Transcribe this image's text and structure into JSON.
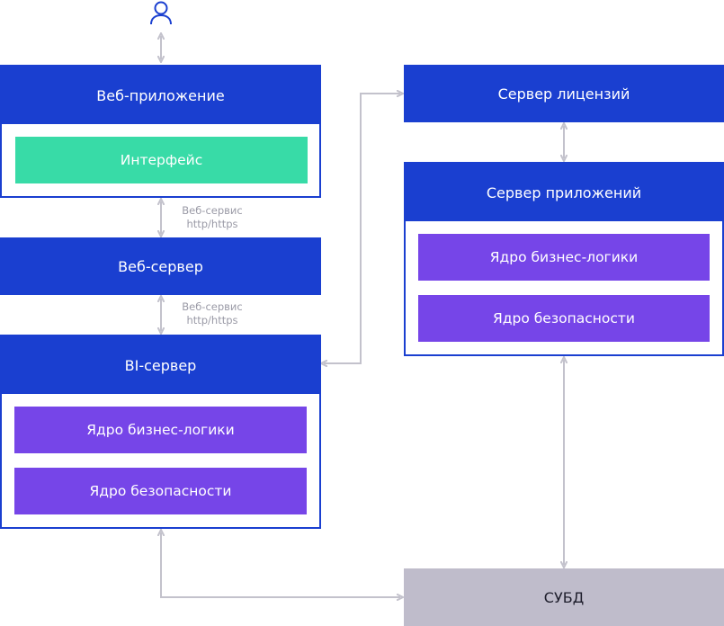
{
  "colors": {
    "primary": "#1a3fd0",
    "interface": "#38dba7",
    "core": "#7645e8",
    "dbms": "#bfbccb",
    "connector": "#c3c2cc"
  },
  "user": {
    "icon": "user-icon"
  },
  "web_app": {
    "title": "Веб-приложение",
    "interface": "Интерфейс"
  },
  "link_web_app_server": {
    "line1": "Веб-сервис",
    "line2": "http/https"
  },
  "web_server": {
    "title": "Веб-сервер"
  },
  "link_web_server_bi": {
    "line1": "Веб-сервис",
    "line2": "http/https"
  },
  "bi_server": {
    "title": "BI-сервер",
    "core_logic": "Ядро бизнес-логики",
    "core_security": "Ядро безопасности"
  },
  "license_server": {
    "title": "Сервер лицензий"
  },
  "app_server": {
    "title": "Сервер приложений",
    "core_logic": "Ядро бизнес-логики",
    "core_security": "Ядро безопасности"
  },
  "dbms": {
    "title": "СУБД"
  }
}
